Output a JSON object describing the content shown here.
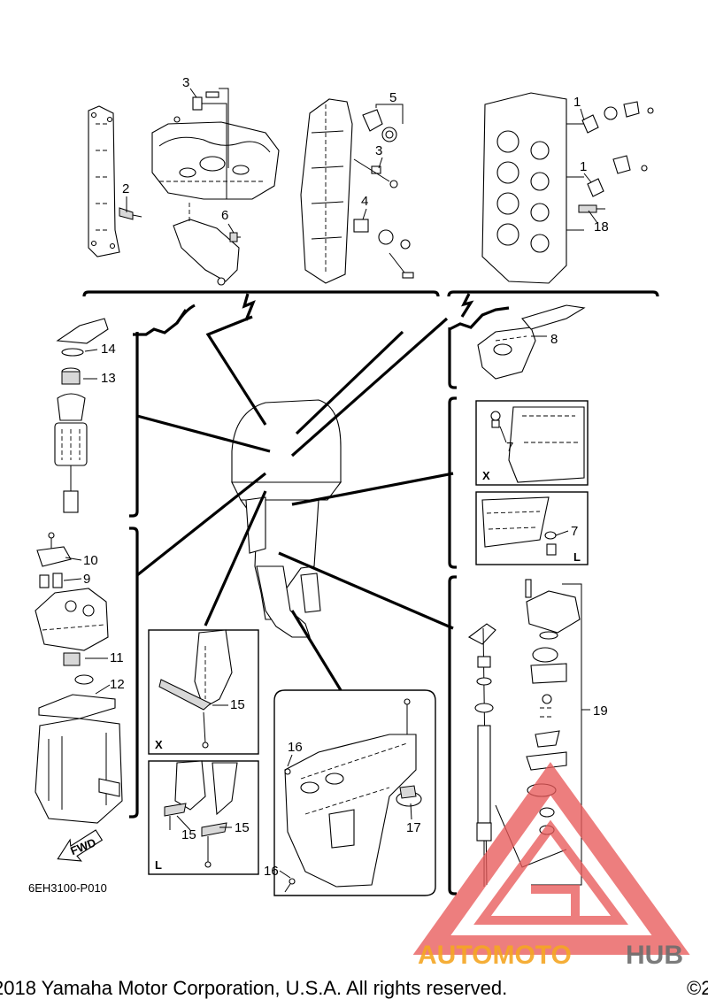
{
  "diagram": {
    "drawing_code": "6EH3100-P010",
    "direction_label": "FWD",
    "view_labels": {
      "x": "X",
      "l": "L"
    },
    "callouts": [
      "1",
      "1",
      "2",
      "3",
      "3",
      "4",
      "5",
      "6",
      "7",
      "7",
      "8",
      "9",
      "10",
      "11",
      "12",
      "13",
      "14",
      "15",
      "15",
      "15",
      "16",
      "16",
      "17",
      "18",
      "19"
    ]
  },
  "watermark": {
    "brand_left": "AUTOMOTO",
    "brand_right": "HUB",
    "colors": {
      "logo": "#e85a5a",
      "text_orange": "#f5a623",
      "text_grey": "#6d6d6d"
    }
  },
  "footer": {
    "copyright": "2018 Yamaha Motor Corporation, U.S.A. All rights reserved.",
    "copyright_extra": "©2"
  }
}
